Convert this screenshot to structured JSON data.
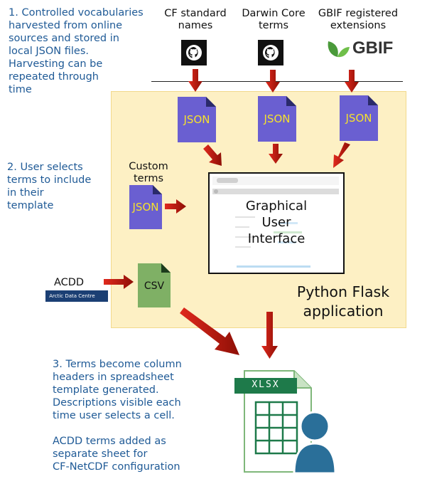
{
  "steps": {
    "step1": "1. Controlled vocabularies\nharvested from online\nsources and stored in\nlocal JSON files.\nHarvesting can be\nrepeated through\ntime",
    "step2": "2. User selects\nterms to include\nin their\ntemplate",
    "step3": "3. Terms become column\nheaders in spreadsheet\ntemplate generated.\nDescriptions visible each\ntime user selects a cell.\n\nACDD terms added as\nseparate sheet for\nCF-NetCDF configuration"
  },
  "sources": {
    "cf": "CF standard\nnames",
    "darwin": "Darwin Core\nterms",
    "gbif": "GBIF registered\nextensions",
    "gbif_logo_text": "GBIF",
    "custom": "Custom\nterms",
    "acdd": "ACDD",
    "acdd_logo_text": "Arctic Data Centre"
  },
  "files": {
    "json": "JSON",
    "csv": "CSV",
    "xlsx": "XLSX"
  },
  "gui_label": "Graphical\nUser\nInterface",
  "flask_label": "Python Flask\napplication",
  "colors": {
    "step_text": "#1f5a96",
    "flask_bg": "#fdf0c4",
    "json_doc": "#6a5fd1",
    "csv_doc": "#7fb065",
    "arrow": "#b81a0f",
    "xlsx_green": "#1e7a4a",
    "user_blue": "#2a6f99"
  },
  "icons": {
    "github": "github-icon",
    "gbif": "gbif-leaf-icon",
    "user": "user-icon",
    "spreadsheet": "spreadsheet-icon"
  }
}
